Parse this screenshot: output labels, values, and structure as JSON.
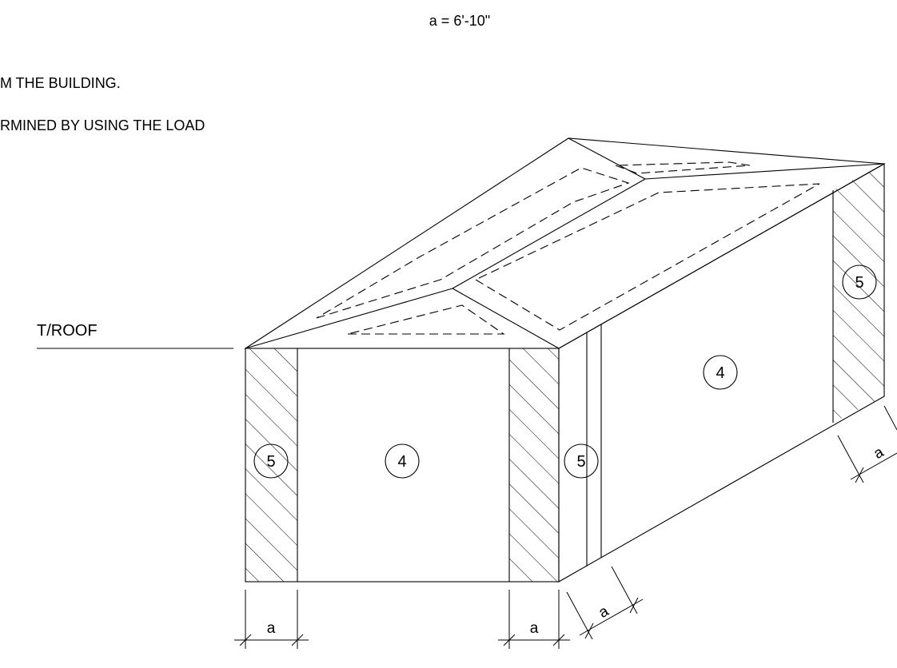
{
  "header": {
    "dimension_definition": "a = 6'-10\""
  },
  "notes": [
    "M THE BUILDING.",
    "RMINED BY USING THE LOAD"
  ],
  "labels": {
    "roof_level": "T/ROOF"
  },
  "zones": [
    {
      "id": "front-left-edge",
      "value": "5"
    },
    {
      "id": "front-center",
      "value": "4"
    },
    {
      "id": "corner",
      "value": "5"
    },
    {
      "id": "side-center",
      "value": "4"
    },
    {
      "id": "side-right-edge",
      "value": "5"
    }
  ],
  "dimensions": [
    {
      "id": "front-left",
      "label": "a"
    },
    {
      "id": "front-right",
      "label": "a"
    },
    {
      "id": "side-corner",
      "label": "a"
    },
    {
      "id": "side-far",
      "label": "a"
    }
  ]
}
